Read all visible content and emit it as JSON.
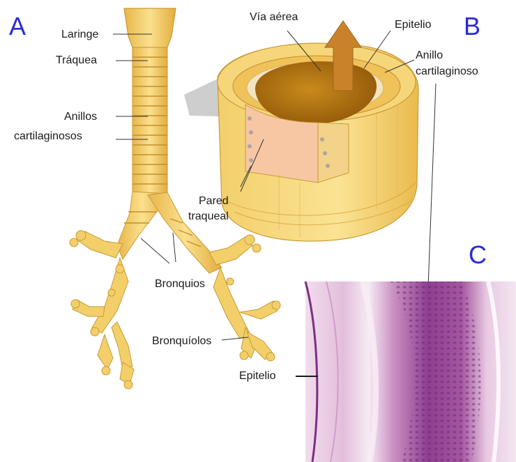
{
  "panels": {
    "a": "A",
    "b": "B",
    "c": "C"
  },
  "labels": {
    "laringe": "Laringe",
    "traquea": "Tráquea",
    "anillos_line1": "Anillos",
    "anillos_line2": "cartilaginosos",
    "bronquios": "Bronquios",
    "bronquiolos": "Bronquíolos",
    "via_aerea": "Vía aérea",
    "epitelio_b": "Epitelio",
    "anillo_line1": "Anillo",
    "anillo_line2": "cartilaginoso",
    "pared_line1": "Pared",
    "pared_line2": "traqueal",
    "epitelio_c": "Epitelio"
  },
  "colors": {
    "panel_letter": "#2a2ad8",
    "cartilage": "#f3cf6a",
    "cartilage_dark": "#d9a93c",
    "airway": "#b8770f",
    "histology_purple": "#8a3f8f",
    "histology_pale": "#e9c6e0"
  }
}
